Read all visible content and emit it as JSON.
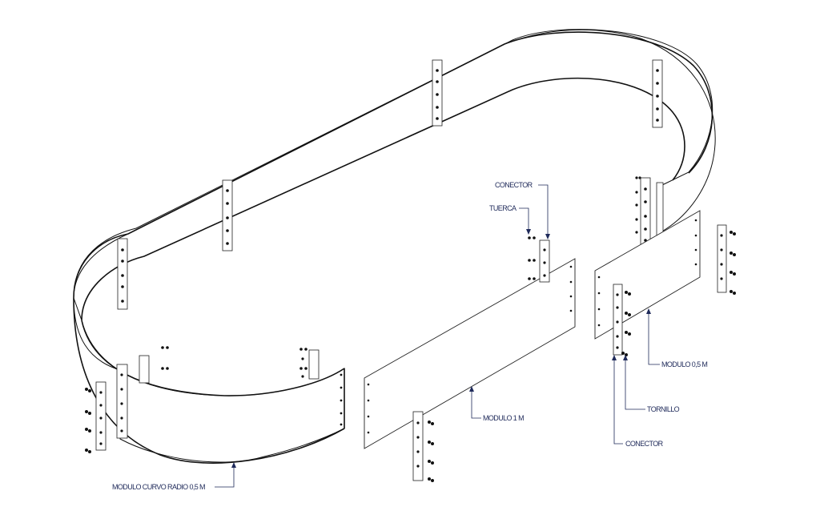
{
  "labels": {
    "conector_top": "CONECTOR",
    "tuerca": "TUERCA",
    "modulo_05": "MODULO 0,5 M",
    "tornillo": "TORNILLO",
    "conector_bottom": "CONECTOR",
    "modulo_1": "MODULO 1 M",
    "modulo_curvo": "MODULO CURVO RADIO 0,5 M"
  },
  "colors": {
    "line": "#111111",
    "label": "#1f2a5a",
    "background": "#ffffff"
  }
}
